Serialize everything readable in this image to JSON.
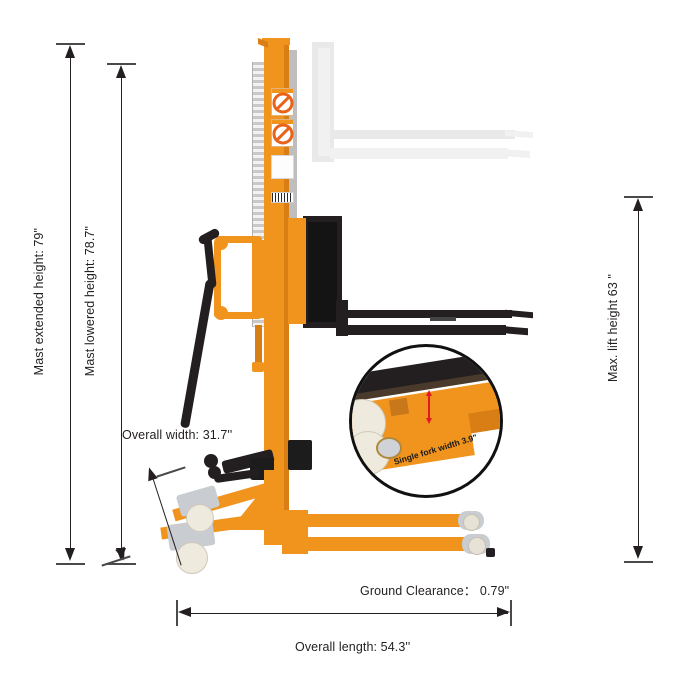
{
  "diagram": {
    "title": "Manual pallet stacker dimensional drawing",
    "product": "Hydraulic straddle stacker side view with dimension callouts"
  },
  "dimensions": {
    "mast_extended": {
      "label": "Mast extended height:",
      "value": "79\"",
      "full": "Mast extended height: 79\""
    },
    "mast_lowered": {
      "label": "Mast lowered height:",
      "value": "78.7\"",
      "full": "Mast lowered height: 78.7\""
    },
    "max_lift": {
      "label": "Max. lift height 63 \"",
      "value": "63 \""
    },
    "overall_width": {
      "label": "Overall width: 31.7''",
      "value": "31.7''"
    },
    "ground_clearance": {
      "label": "Ground Clearance：  0.79\"",
      "value": "0.79\""
    },
    "overall_length": {
      "label": "Overall length: 54.3''",
      "value": "54.3''"
    },
    "single_fork_width": {
      "label": "Single fork width 3.9\"",
      "value": "3.9\""
    }
  },
  "colors": {
    "machine_orange": "#F0941E",
    "machine_black": "#231f20",
    "ghost_gray": "#e9e9e9",
    "dimension_line": "#231f20",
    "detail_red": "#e01b24"
  },
  "callout": {
    "name": "fork-detail-magnifier",
    "description": "Magnified circular detail of the fork tip and load wheel"
  }
}
